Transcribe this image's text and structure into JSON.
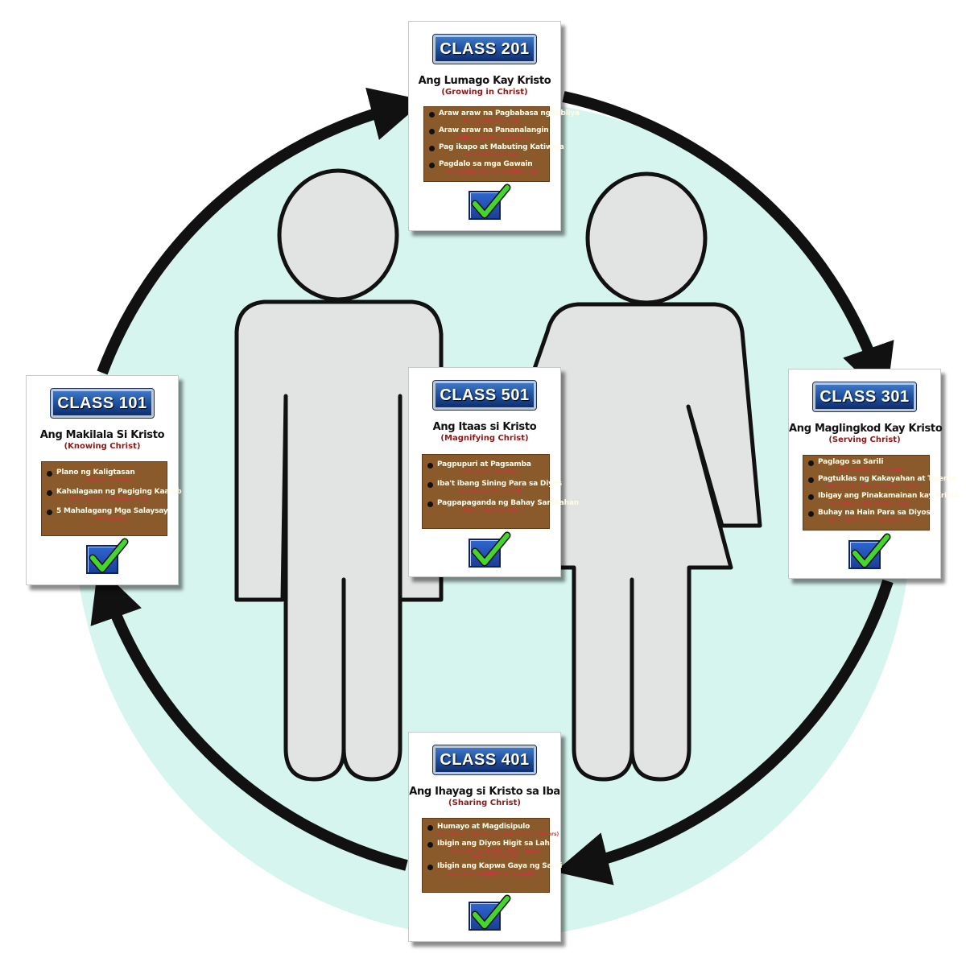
{
  "colors": {
    "circle_fill": "#d5f5ee",
    "figure_fill": "#e2e4e4",
    "outline": "#111111",
    "badge": "#1f4f9e",
    "topic_box": "#8b5a2b",
    "subtitle": "#8b1a1a",
    "check": "#44d62c"
  },
  "figures": {
    "left": "person-icon",
    "right": "woman-icon"
  },
  "cards": [
    {
      "id": "class-101",
      "badge": "CLASS 101",
      "title": "Ang Makilala Si Kristo",
      "subtitle": "(Knowing Christ)",
      "topics": [
        {
          "tl": "Plano ng Kaligtasan",
          "en": "(Plan of Salvation)"
        },
        {
          "tl": "Kahalagaan ng Pagiging Kaanib",
          "en": "(Importance of Membership)"
        },
        {
          "tl": "5 Mahalagang Mga Salaysay",
          "en": "(5 Statements)"
        }
      ]
    },
    {
      "id": "class-201",
      "badge": "CLASS 201",
      "title": "Ang Lumago Kay Kristo",
      "subtitle": "(Growing in Christ)",
      "topics": [
        {
          "tl": "Araw araw na Pagbabasa ng Bibliya",
          "en": "(Daily Bible Reading)"
        },
        {
          "tl": "Araw araw na Pananalangin",
          "en": "(Daily Quite Time with God)"
        },
        {
          "tl": "Pag ikapo at Mabuting Katiwala",
          "en": "(Good Stewarship)"
        },
        {
          "tl": "Pagdalo sa mga Gawain",
          "en": "(Giving Importance to Fellowship)"
        }
      ]
    },
    {
      "id": "class-301",
      "badge": "CLASS 301",
      "title": "Ang Maglingkod Kay Kristo",
      "subtitle": "(Serving Christ)",
      "topics": [
        {
          "tl": "Paglago sa Sarili",
          "en": "(Personal Development)"
        },
        {
          "tl": "Pagtuklas ng Kakayahan at Talento",
          "en": "(Discovering Talents and Abilities)"
        },
        {
          "tl": "Ibigay ang Pinakamainan kay Kristo",
          "en": "(Serving Christ with the Best)"
        },
        {
          "tl": "Buhay na  Hain Para sa Diyos",
          "en": "(Giving God a Living Sacrifice)"
        }
      ]
    },
    {
      "id": "class-401",
      "badge": "CLASS 401",
      "title": "Ang Ihayag si Kristo sa Iba",
      "subtitle": "(Sharing Christ)",
      "topics": [
        {
          "tl": "Humayo at Magdisipulo",
          "en": "(Go, Preach the Gospel, and Disciple Others)"
        },
        {
          "tl": "Ibigin ang Diyos Higit sa Lahat",
          "en": "(Love the Lord with All the Heart, Mind & Strength)"
        },
        {
          "tl": "Ibigin ang Kapwa Gaya ng Sarili",
          "en": "(Love Your Neighbor as Yourself)"
        }
      ]
    },
    {
      "id": "class-501",
      "badge": "CLASS 501",
      "title": "Ang Itaas si Kristo",
      "subtitle": "(Magnifying Christ)",
      "topics": [
        {
          "tl": "Pagpupuri at Pagsamba",
          "en": "(Praise and Worship)"
        },
        {
          "tl": "Iba't ibang Sining Para sa Diyos",
          "en": "(Creative Arts for God)"
        },
        {
          "tl": "Pagpapaganda ng Bahay Sambahan",
          "en": "(Church Beatification)"
        }
      ]
    }
  ]
}
